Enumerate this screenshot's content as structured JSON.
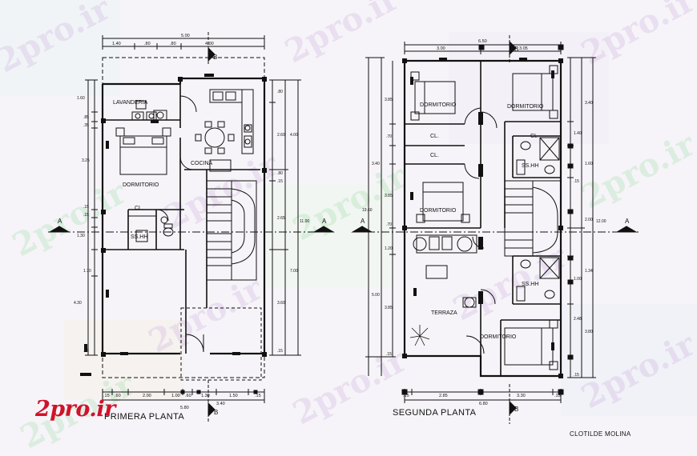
{
  "plans": {
    "first": {
      "title": "PRIMERA PLANTA",
      "rooms": {
        "laundry": "LAVANDERIA",
        "kitchen": "COCINA",
        "bedroom": "DORMITORIO",
        "closet": "CL.",
        "bath": "SS.HH"
      },
      "section_mark": "A",
      "axis_mark": "B",
      "dims_top": [
        "1.40",
        ".80",
        ".80",
        "4.00"
      ],
      "dim_total_top": "5.00",
      "dims_bottom": [
        ".15",
        ".60",
        "2.00",
        "1.00",
        ".60",
        "1.30",
        "1.50",
        ".15"
      ],
      "dim_total_bottom": "5.80",
      "dim_total_bottom2": "3.40",
      "dims_left": [
        "1.60",
        ".85",
        ".35",
        "3.25",
        ".15",
        ".15",
        "1.30",
        "1.70",
        "4.30",
        ".15"
      ],
      "dims_right": [
        ".80",
        "2.60",
        "4.00",
        ".80",
        ".15",
        "2.65",
        "11.00",
        "7.00",
        "3.60",
        ".15"
      ]
    },
    "second": {
      "title": "SEGUNDA PLANTA",
      "rooms": {
        "bed1": "DORMITORIO",
        "bed2": "DORMITORIO",
        "bed3": "DORMITORIO",
        "bed4": "DORMITORIO",
        "closet1": "CL.",
        "closet2": "CL.",
        "closet3": "CL.",
        "bath1": "SS.HH",
        "bath2": "SS.HH",
        "terrace": "TERRAZA"
      },
      "section_mark": "A",
      "axis_mark": "B",
      "dims_top": [
        "3.00",
        "3.05"
      ],
      "dim_total_top": "6.50",
      "dims_bottom": [
        ".15",
        "2.85",
        "3.30",
        ".15"
      ],
      "dim_total_bottom": "6.80",
      "dims_left": [
        "3.85",
        ".70",
        "3.40",
        "3.85",
        ".70",
        "19.60",
        "1.20",
        "5.00",
        "3.85",
        ".15"
      ],
      "dims_right": [
        "3.40",
        "1.40",
        "1.60",
        ".15",
        "2.00",
        "12.00",
        "1.34",
        "1.00",
        "2.48",
        "3.80",
        ".15"
      ]
    }
  },
  "credit": "CLOTILDE MOLINA",
  "logo": "2pro.ir",
  "watermark": "2pro.ir",
  "colors": {
    "line": "#111111",
    "accent_logo": "#d0122a",
    "background": "#f6f4f8"
  }
}
